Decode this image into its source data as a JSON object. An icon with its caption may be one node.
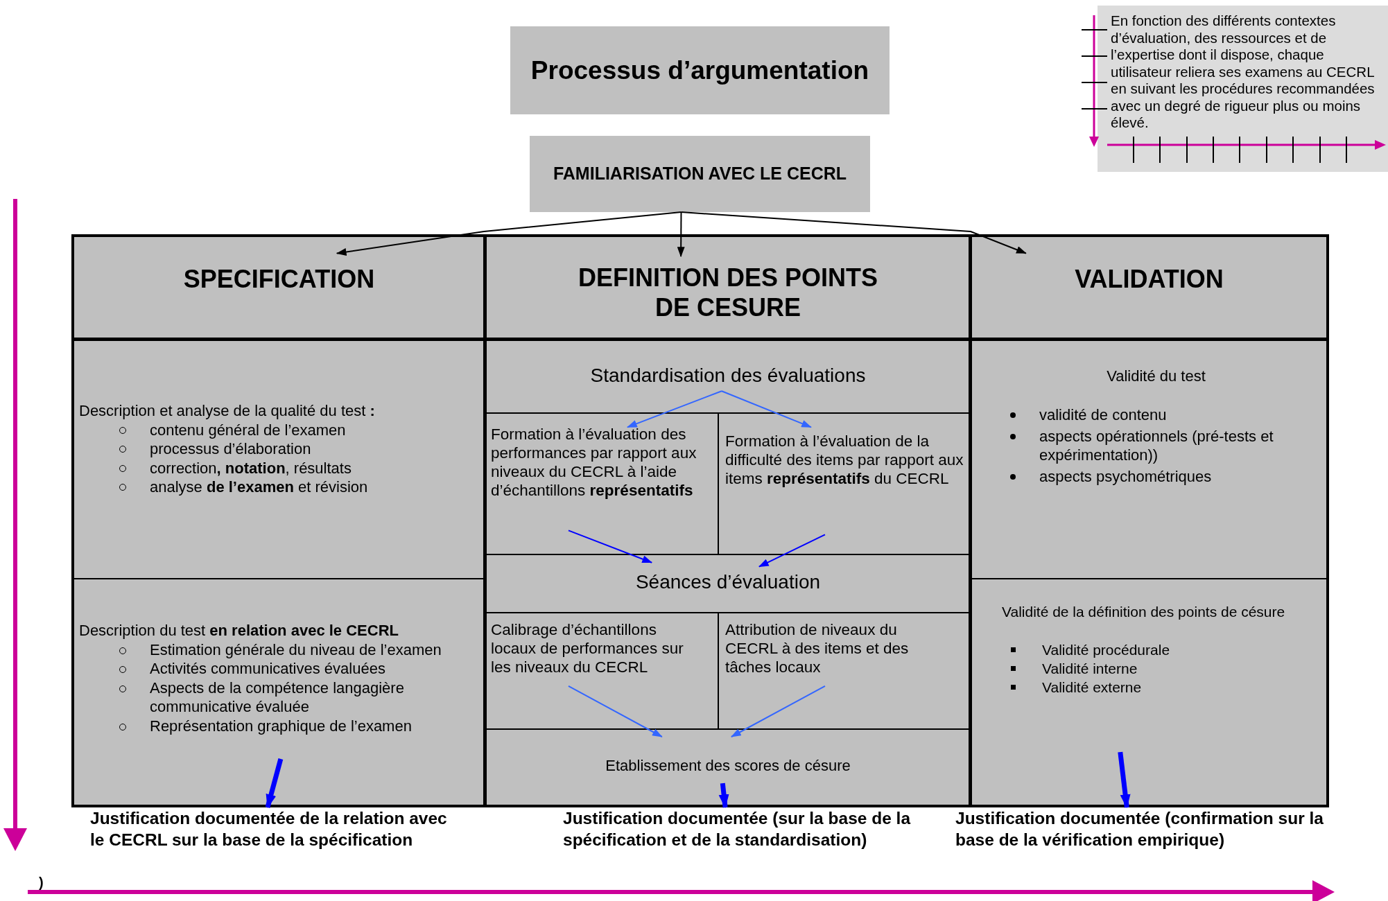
{
  "diagram": {
    "nodes": [
      {
        "text": [
          "En fonction des différents contextes d’évaluation, des ressources et de l’expertise dont il dispose, chaque utilisateur reliera ses examens au CECRL en suivant les procédures recommandées avec un degré de rigueur plus ou moins élevé."
        ]
      },
      {
        "text": [
          "FAMILIARISATION AVEC LE CECRL"
        ]
      },
      {
        "text": [
          "SPECIFICATION"
        ]
      },
      {
        "text": [
          "DEFINITION DES POINTS DE CESURE"
        ]
      },
      {
        "text": [
          "VALIDATION"
        ]
      },
      {
        "text": [
          "Description et analyse de la qualité du test **:**",
          "contenu général de l’examen",
          "processus d’élaboration",
          "correction**, notation**, résultats",
          "analyse **de l’examen** et révision"
        ]
      },
      {
        "text": [
          "Description du test **en relation avec le CECRL**",
          "Estimation générale du niveau de l’examen",
          "Activités communicatives évaluées",
          "Aspects de la compétence langagière communicative évaluée",
          "Représentation graphique de l’examen"
        ]
      },
      {
        "text": [
          "Standardisation des évaluations"
        ]
      },
      {
        "text": [
          "Formation à l’évaluation des performances par rapport aux niveaux du CECRL à l’aide d’échantillons **représentatifs**"
        ]
      },
      {
        "text": [
          "Formation à l’évaluation de la difficulté des items par rapport aux items **représentatifs** du CECRL"
        ]
      },
      {
        "text": [
          "Séances d’évaluation"
        ]
      },
      {
        "text": [
          "Calibrage d’échantillons locaux de performances sur les niveaux du CECRL"
        ]
      },
      {
        "text": [
          "Attribution de niveaux du CECRL à des items et des tâches locaux"
        ]
      },
      {
        "text": [
          "Etablissement des scores de césure"
        ]
      },
      {
        "text": [
          "Validité du test",
          "validité de contenu",
          "aspects opérationnels (pré-tests et expérimentation))",
          "aspects psychométriques"
        ]
      },
      {
        "text": [
          "Validité de la définition des points de césure",
          "Validité procédurale",
          "Validité interne",
          "Validité externe"
        ]
      },
      {
        "text": [
          "Justification documentée de la relation avec le CECRL sur la base de la spécification"
        ]
      },
      {
        "text": [
          "Justification documentée (sur la base de la spécification et de la standardisation)"
        ]
      },
      {
        "text": [
          "Justification documentée (confirmation sur la base de la vérification empirique)"
        ]
      },
      {
        "text": [
          "Processus d’argumentation"
        ]
      }
    ],
    "edges": [
      {
        "from": 1,
        "to": 2,
        "arrow": "to",
        "color": "#000000"
      },
      {
        "from": 1,
        "to": 3,
        "arrow": "to",
        "color": "#000000"
      },
      {
        "from": 1,
        "to": 4,
        "arrow": "to",
        "color": "#000000"
      },
      {
        "from": 7,
        "to": 8,
        "arrow": "to",
        "color": "#3366ff"
      },
      {
        "from": 7,
        "to": 9,
        "arrow": "to",
        "color": "#3366ff"
      },
      {
        "from": 8,
        "to": 10,
        "arrow": "to"
      },
      {
        "from": 9,
        "to": 10,
        "arrow": "to"
      },
      {
        "from": 11,
        "to": 13,
        "arrow": "to",
        "color": "#3366ff"
      },
      {
        "from": 12,
        "to": 13,
        "arrow": "to",
        "color": "#3366ff"
      },
      {
        "from": 6,
        "to": 16,
        "arrow": "to",
        "style": "thick"
      },
      {
        "from": 13,
        "to": 17,
        "arrow": "to",
        "style": "thick"
      },
      {
        "from": 15,
        "to": 18,
        "arrow": "to",
        "style": "thick"
      }
    ],
    "labels": [
      ")"
    ]
  }
}
